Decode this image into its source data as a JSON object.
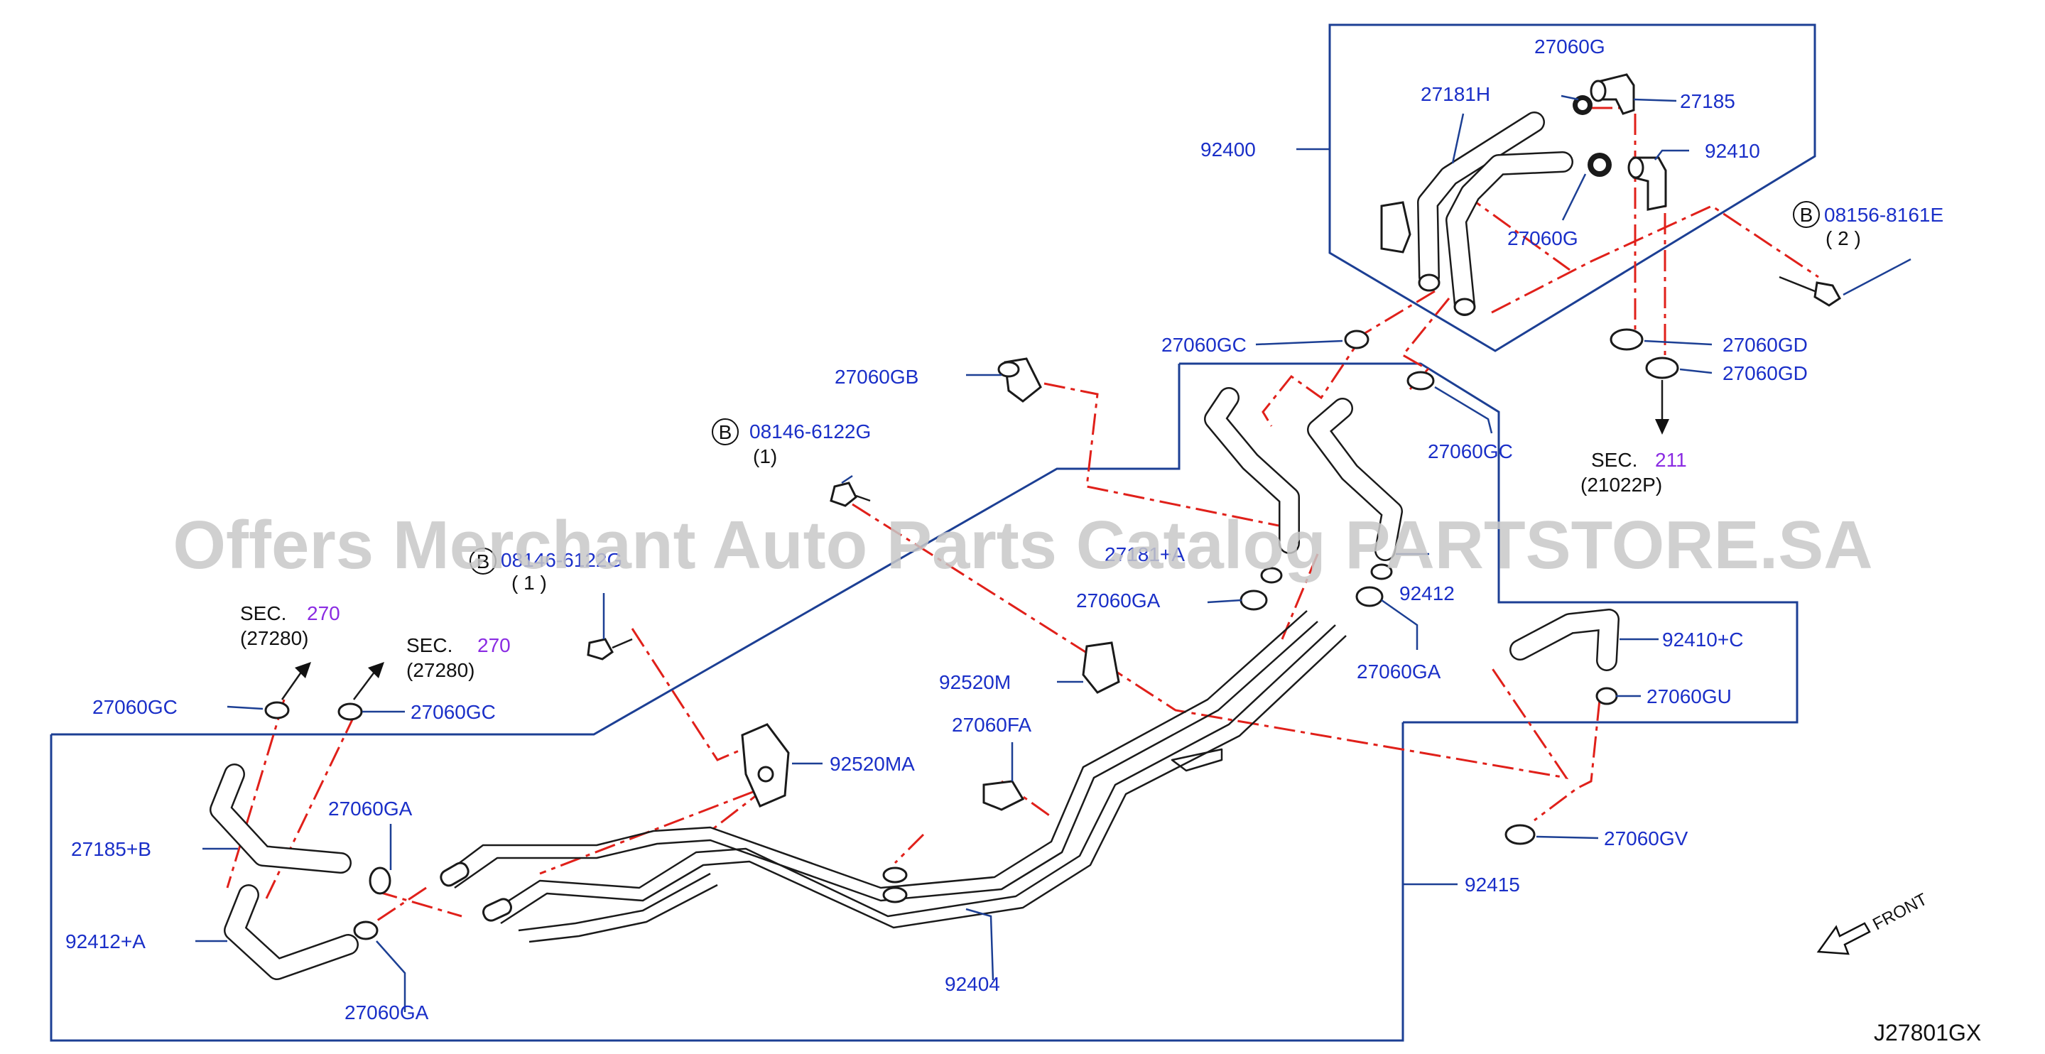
{
  "watermark": "Offers Merchant Auto Parts Catalog PARTSTORE.SA",
  "diagram_code": "J27801GX",
  "front_label": "FRONT",
  "labels": {
    "p27060G_top": "27060G",
    "p27181H": "27181H",
    "p27185": "27185",
    "p92400": "92400",
    "p92410": "92410",
    "p27060G_mid": "27060G",
    "bolt_b2_code": "08156-8161E",
    "bolt_b2_qty": "( 2 )",
    "p27060GD_1": "27060GD",
    "p27060GD_2": "27060GD",
    "p27060GC_top": "27060GC",
    "p27060GC_right": "27060GC",
    "p27060GB": "27060GB",
    "bolt_b1_code": "08146-6122G",
    "bolt_b1_qty": "(1)",
    "sec211_word": "SEC.",
    "sec211_num": "211",
    "sec211_sub": "(21022P)",
    "bolt_b3_code": "08146-6122G",
    "bolt_b3_qty": "( 1 )",
    "p27181A": "27181+A",
    "p92412": "92412",
    "p27060GA_mid": "27060GA",
    "p27060GA_right": "27060GA",
    "secL1_word": "SEC.",
    "secL1_num": "270",
    "secL1_sub": "(27280)",
    "secL2_word": "SEC.",
    "secL2_num": "270",
    "secL2_sub": "(27280)",
    "p92410C": "92410+C",
    "p27060GU": "27060GU",
    "p92520M": "92520M",
    "p27060GC_left": "27060GC",
    "p27060GC_left2": "27060GC",
    "p27060FA": "27060FA",
    "p92520MA": "92520MA",
    "p27060GA_left": "27060GA",
    "p27185B": "27185+B",
    "p27060GV": "27060GV",
    "p92415": "92415",
    "p92412A": "92412+A",
    "p92404": "92404",
    "p27060GA_bottom": "27060GA"
  },
  "b_marker": "B",
  "colors": {
    "label_blue": "#1a2fc8",
    "box_line": "#1c3f94",
    "dash_red": "#e0201a",
    "sec_purple": "#8a2be2",
    "watermark_grey": "#c8c8c8"
  }
}
